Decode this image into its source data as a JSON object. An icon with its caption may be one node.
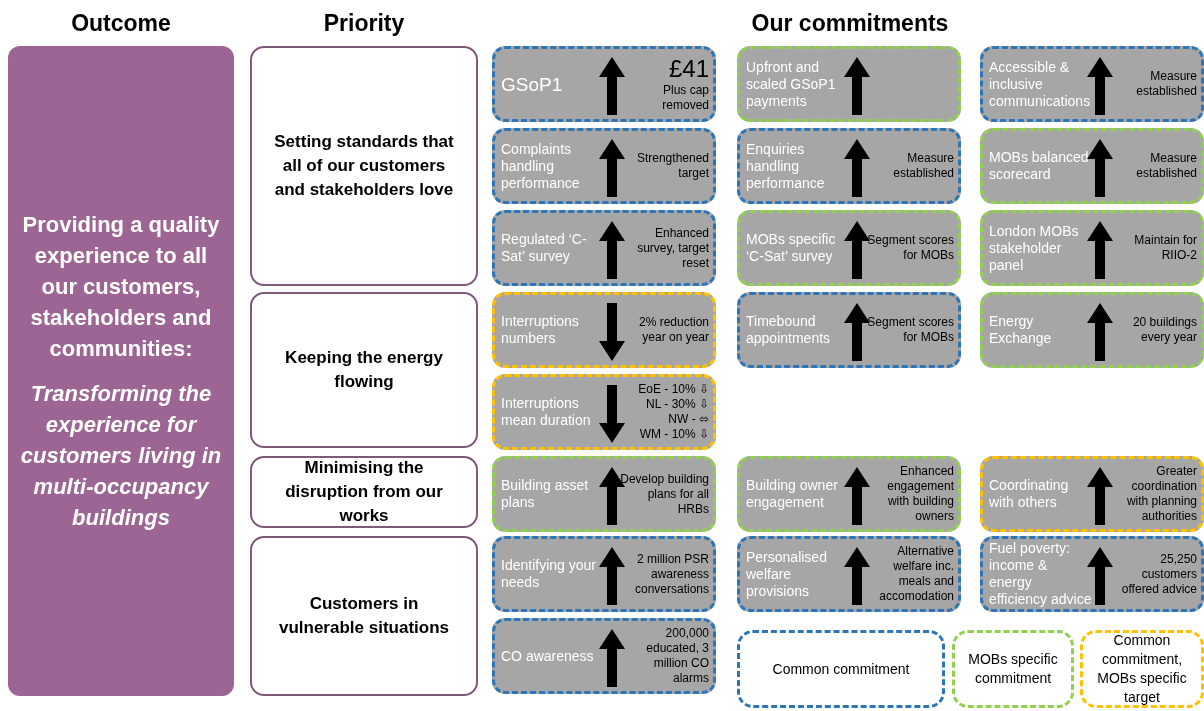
{
  "diagram": {
    "nodes": [
      {
        "text": [
          "Providing a quality experience to all our customers, stakeholders and communities:",
          "Transforming the experience for customers living in multi-occupancy buildings"
        ]
      },
      {
        "text": [
          "Setting standards that all of our customers and stakeholders love"
        ]
      },
      {
        "text": [
          "Keeping the energy flowing"
        ]
      },
      {
        "text": [
          "Minimising the disruption from our works"
        ]
      },
      {
        "text": [
          "Customers in vulnerable situations"
        ]
      },
      {
        "text": [
          "GSoP1",
          "£41",
          "Plus cap removed"
        ]
      },
      {
        "text": [
          "Upfront and scaled GSoP1 payments"
        ]
      },
      {
        "text": [
          "Accessible & inclusive communications",
          "Measure established"
        ]
      },
      {
        "text": [
          "Complaints handling performance",
          "Strengthened target"
        ]
      },
      {
        "text": [
          "Enquiries handling performance",
          "Measure established"
        ]
      },
      {
        "text": [
          "MOBs balanced scorecard",
          "Measure established"
        ]
      },
      {
        "text": [
          "Regulated ‘C-Sat’ survey",
          "Enhanced survey, target reset"
        ]
      },
      {
        "text": [
          "MOBs specific ‘C-Sat’ survey",
          "Segment scores for MOBs"
        ]
      },
      {
        "text": [
          "London MOBs stakeholder panel",
          "Maintain for RIIO-2"
        ]
      },
      {
        "text": [
          "Interruptions numbers",
          "2% reduction year on year"
        ]
      },
      {
        "text": [
          "Timebound appointments",
          "Segment scores for MOBs"
        ]
      },
      {
        "text": [
          "Energy Exchange",
          "20 buildings every year"
        ]
      },
      {
        "text": [
          "Interruptions mean duration",
          "EoE - 10% ⇩",
          "NL - 30% ⇩",
          "NW - ⬄",
          "WM - 10% ⇩"
        ]
      },
      {
        "text": [
          "Building asset plans",
          "Develop building plans for all HRBs"
        ]
      },
      {
        "text": [
          "Building owner engagement",
          "Enhanced engagement with building owners"
        ]
      },
      {
        "text": [
          "Coordinating with others",
          "Greater coordination with planning authorities"
        ]
      },
      {
        "text": [
          "Identifying your needs",
          "2 million PSR awareness conversations"
        ]
      },
      {
        "text": [
          "Personalised welfare provisions",
          "Alternative welfare inc. meals and accomodation"
        ]
      },
      {
        "text": [
          "Fuel poverty: income & energy efficiency advice",
          "25,250 customers offered advice"
        ]
      },
      {
        "text": [
          "CO awareness",
          "200,000 educated, 3 million CO alarms"
        ]
      }
    ],
    "labels": [
      "Outcome",
      "Priority",
      "Our commitments"
    ],
    "legend": [
      {
        "text": "Common commitment",
        "color": "#2e75b6"
      },
      {
        "text": "MOBs specific commitment",
        "color": "#92d050"
      },
      {
        "text": "Common commitment, MOBs specific target",
        "color": "#ffc000"
      }
    ]
  }
}
